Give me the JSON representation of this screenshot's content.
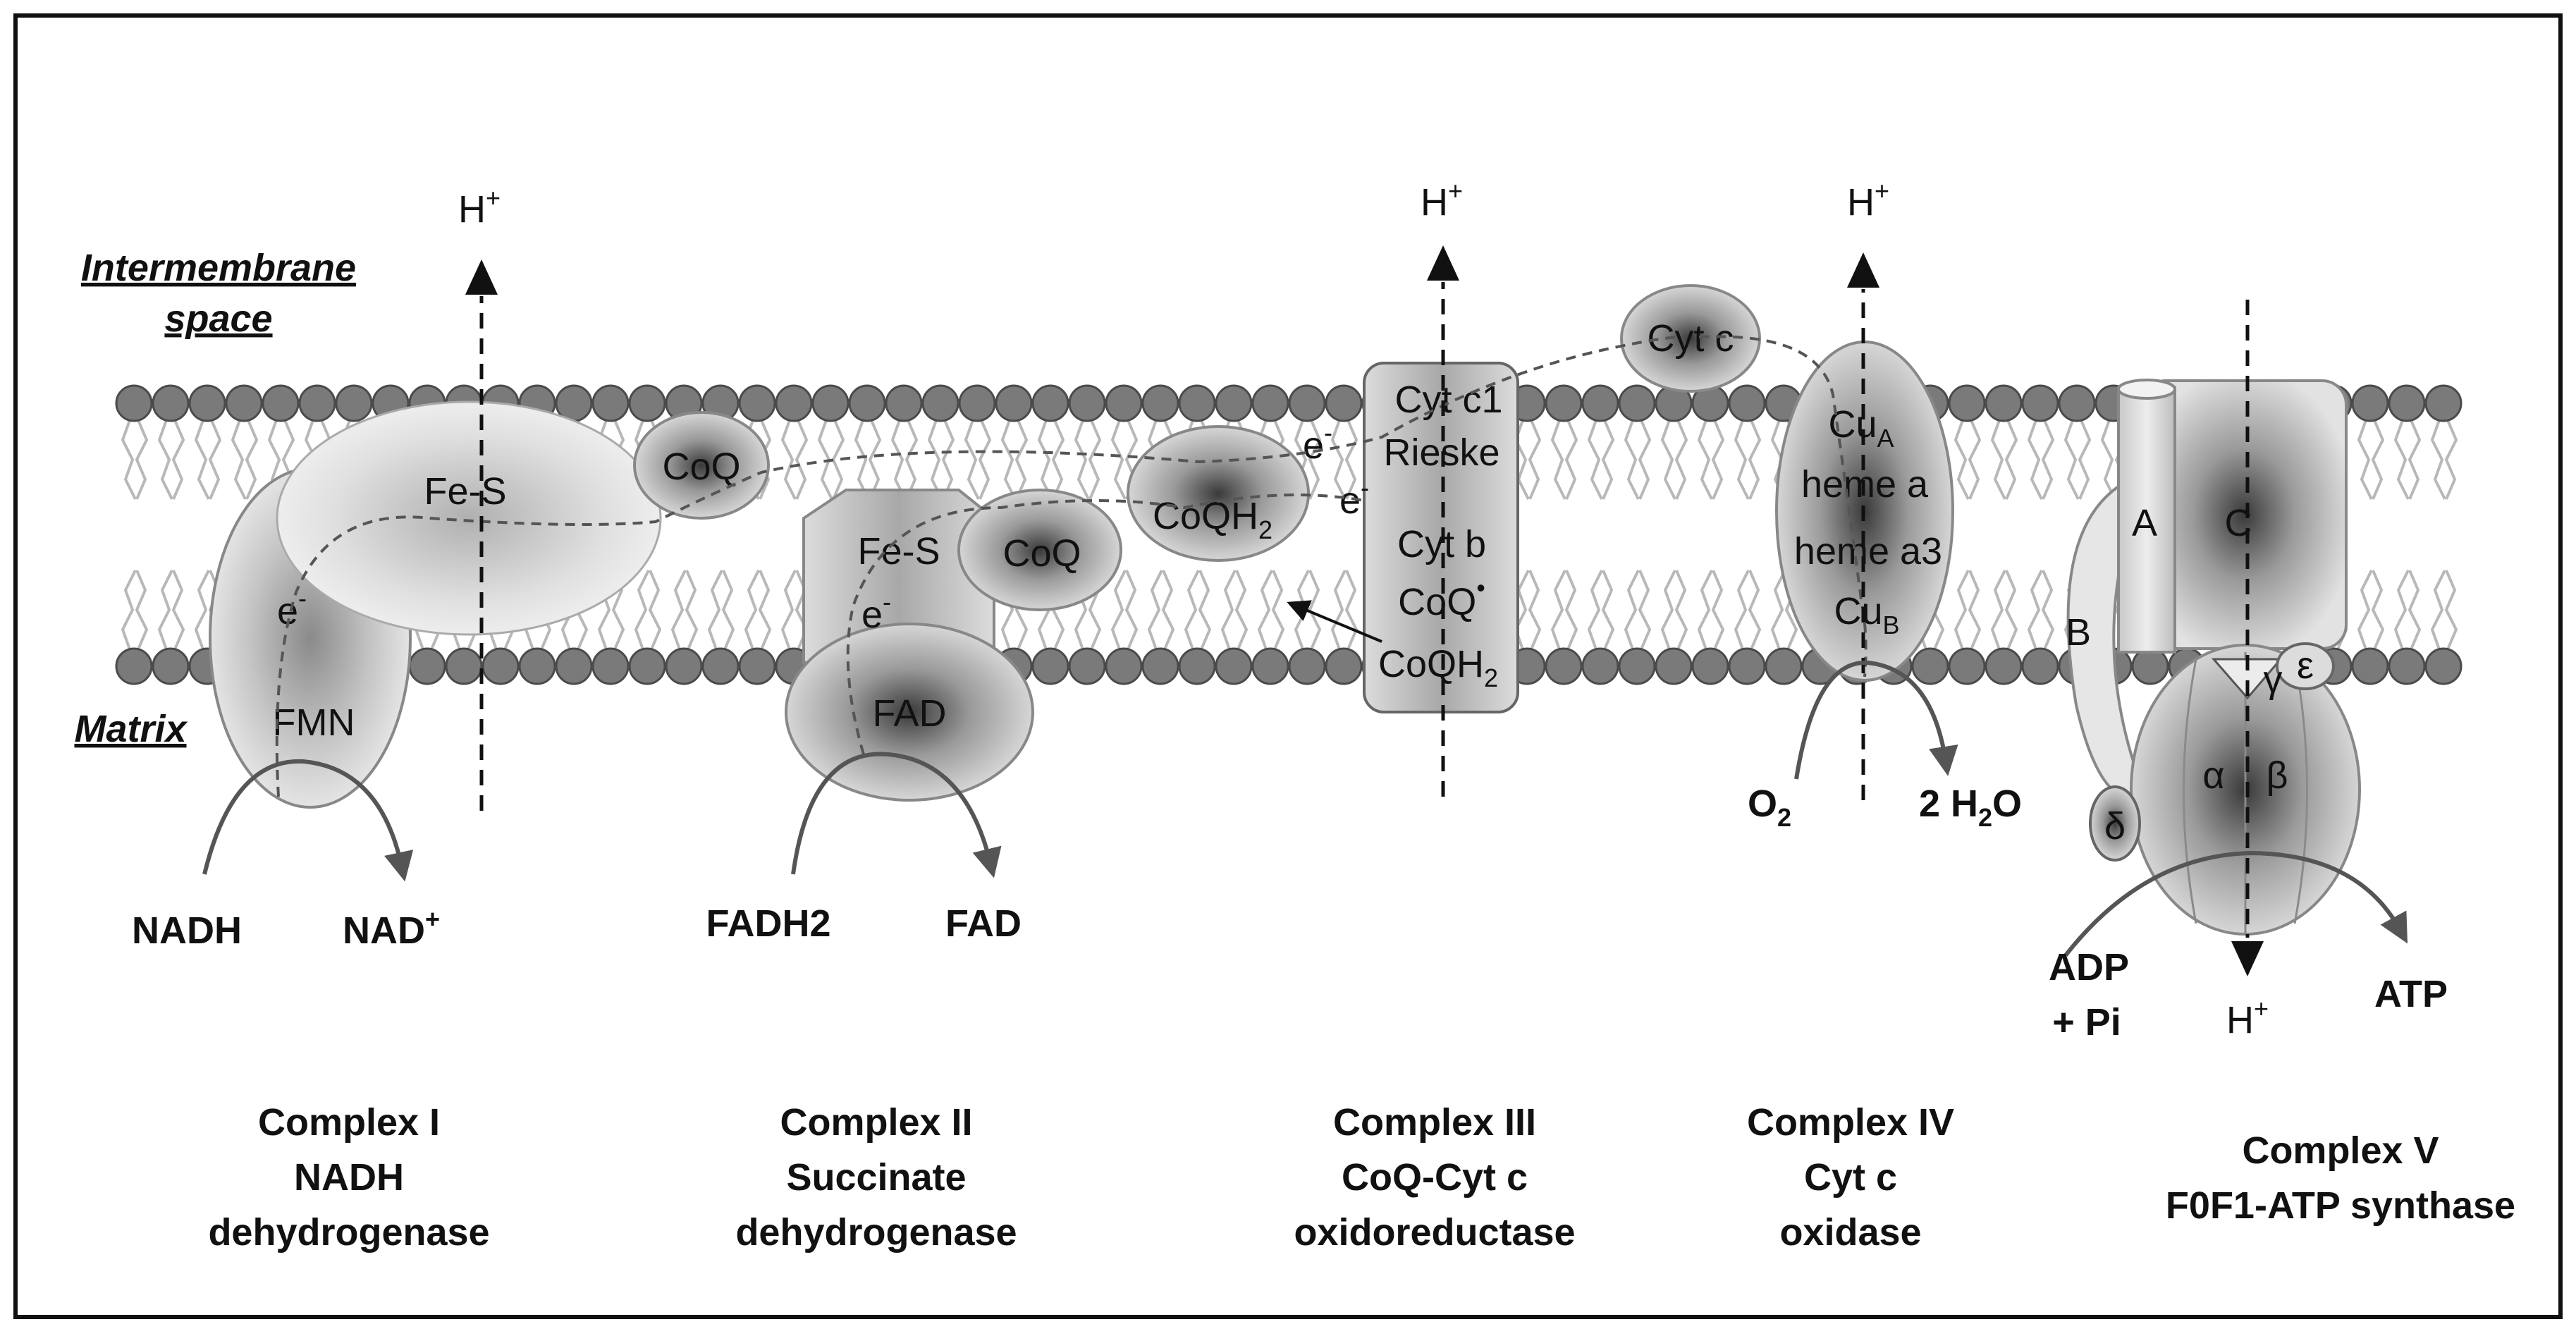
{
  "regions": {
    "intermembrane_line1": "Intermembrane",
    "intermembrane_line2": "space",
    "matrix": "Matrix"
  },
  "proton": {
    "base": "H",
    "charge": "+"
  },
  "electron": {
    "base": "e",
    "charge": "-"
  },
  "complex1": {
    "fes": "Fe-S",
    "fmn": "FMN",
    "substrate": "NADH",
    "product_base": "NAD",
    "product_charge": "+",
    "title": "Complex I",
    "name_line1": "NADH",
    "name_line2": "dehydrogenase"
  },
  "coq_pool": {
    "coq": "CoQ",
    "coqh_base": "CoQH",
    "coqh_sub": "2"
  },
  "complex2": {
    "fes": "Fe-S",
    "coq": "CoQ",
    "fad": "FAD",
    "substrate": "FADH2",
    "product": "FAD",
    "title": "Complex II",
    "name_line1": "Succinate",
    "name_line2": "dehydrogenase"
  },
  "complex3": {
    "cytc1": "Cyt c1",
    "rieske": "Rieske",
    "cytb": "Cyt b",
    "coq_radical": "CoQ",
    "radical_dot": "•",
    "coqh_base": "CoQH",
    "coqh_sub": "2",
    "title": "Complex III",
    "name_line1": "CoQ-Cyt c",
    "name_line2": "oxidoreductase"
  },
  "cytc": {
    "label": "Cyt c"
  },
  "complex4": {
    "cua_base": "Cu",
    "cua_sub": "A",
    "heme_a": "heme a",
    "heme_a3": "heme a3",
    "cub_base": "Cu",
    "cub_sub": "B",
    "o2_base": "O",
    "o2_sub": "2",
    "water_pre": "2 H",
    "water_sub": "2",
    "water_post": "O",
    "title": "Complex IV",
    "name_line1": "Cyt c",
    "name_line2": "oxidase"
  },
  "complex5": {
    "sub_a": "A",
    "sub_b": "B",
    "sub_c": "C",
    "gamma": "γ",
    "epsilon": "ε",
    "delta": "δ",
    "alpha": "α",
    "beta": "β",
    "substrate_line1": "ADP",
    "substrate_line2": "+ Pi",
    "product": "ATP",
    "title": "Complex V",
    "name_line1": "F0F1-ATP synthase"
  }
}
